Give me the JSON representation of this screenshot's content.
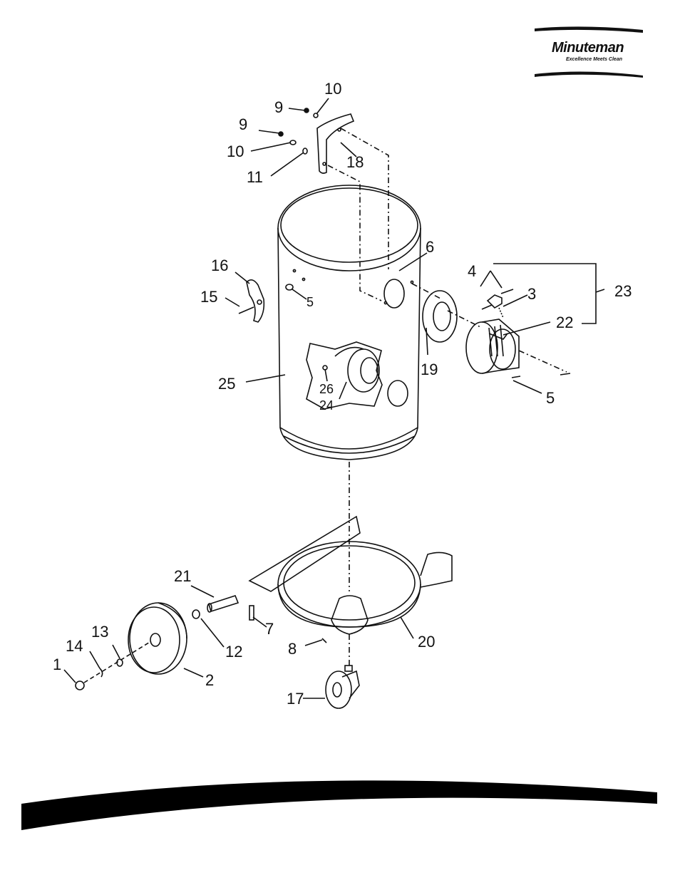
{
  "brand": {
    "name": "Minuteman",
    "tagline": "Excellence Meets Clean"
  },
  "callouts": {
    "c1": "1",
    "c2": "2",
    "c3": "3",
    "c4": "4",
    "c5a": "5",
    "c5b": "5",
    "c6": "6",
    "c7": "7",
    "c8": "8",
    "c9a": "9",
    "c9b": "9",
    "c10a": "10",
    "c10b": "10",
    "c11": "11",
    "c12": "12",
    "c13": "13",
    "c14": "14",
    "c15": "15",
    "c16": "16",
    "c17": "17",
    "c18": "18",
    "c19": "19",
    "c20": "20",
    "c21": "21",
    "c22": "22",
    "c23": "23",
    "c24": "24",
    "c25": "25",
    "c26": "26"
  },
  "colors": {
    "ink": "#111111",
    "band": "#000000"
  }
}
